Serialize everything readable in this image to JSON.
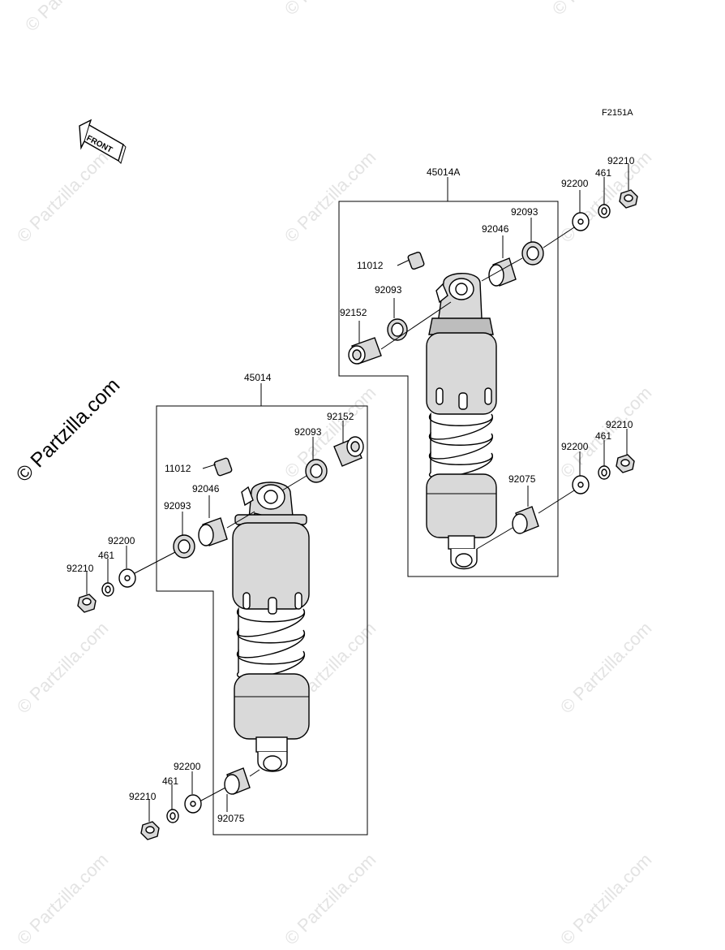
{
  "figure_code": "F2151A",
  "front_label": "FRONT",
  "watermark": "© Partzilla.com",
  "assemblies": {
    "right": {
      "id": "45014A",
      "parts": {
        "p11012": "11012",
        "p92093_a": "92093",
        "p92152": "92152",
        "p92046": "92046",
        "p92093_b": "92093",
        "p92200_top": "92200",
        "p461_top": "461",
        "p92210_top": "92210",
        "p92200_bot": "92200",
        "p461_bot": "461",
        "p92210_bot": "92210",
        "p92075": "92075"
      }
    },
    "left": {
      "id": "45014",
      "parts": {
        "p92152": "92152",
        "p92093_a": "92093",
        "p11012": "11012",
        "p92046": "92046",
        "p92093_b": "92093",
        "p92200_top": "92200",
        "p461_top": "461",
        "p92210_top": "92210",
        "p92200_bot": "92200",
        "p461_bot": "461",
        "p92210_bot": "92210",
        "p92075": "92075"
      }
    }
  }
}
